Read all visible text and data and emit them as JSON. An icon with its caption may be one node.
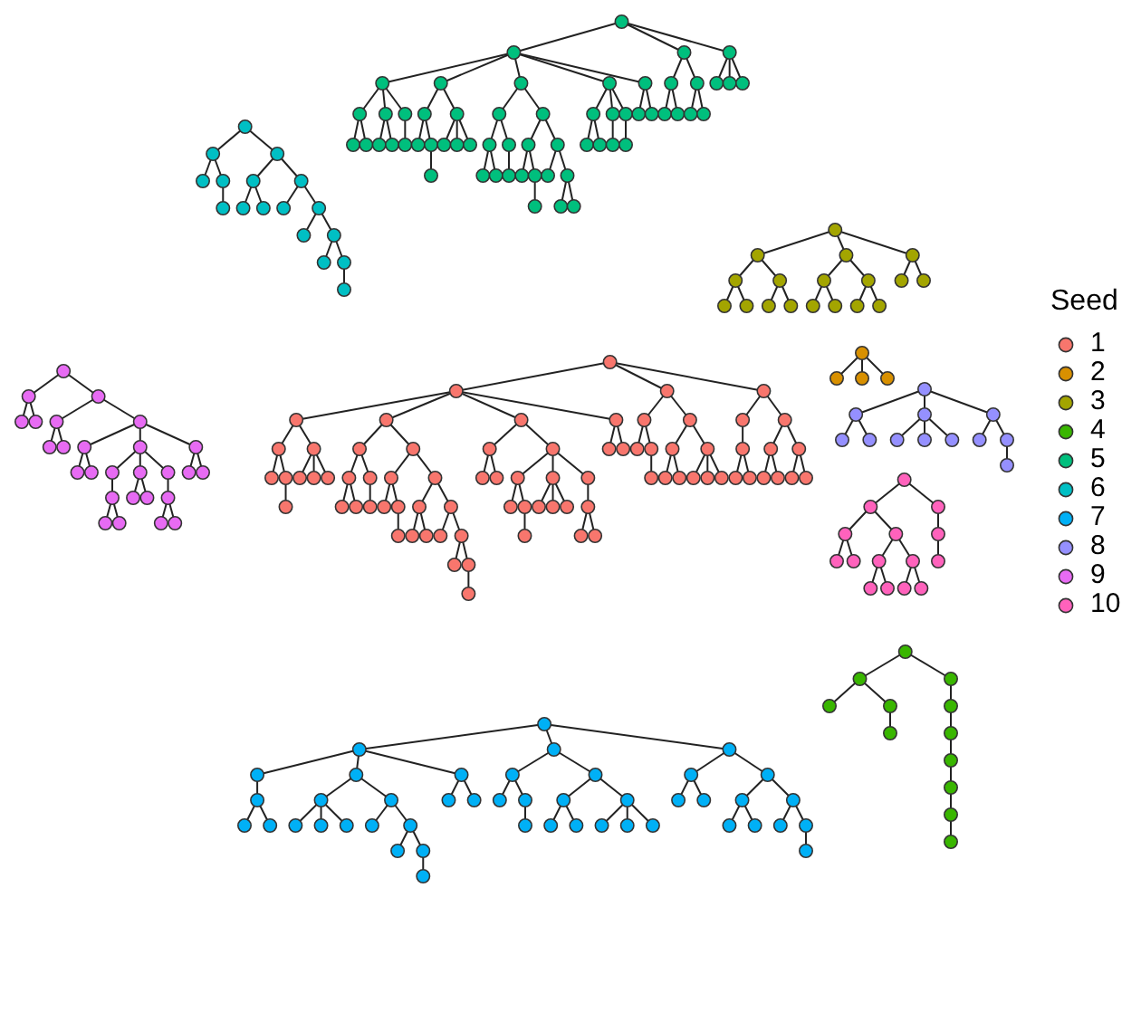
{
  "diagram": {
    "labels": [
      "Seed"
    ],
    "legend": [
      {
        "text": "1",
        "color": "#f8766d"
      },
      {
        "text": "2",
        "color": "#d89000"
      },
      {
        "text": "3",
        "color": "#a3a500"
      },
      {
        "text": "4",
        "color": "#39b600"
      },
      {
        "text": "5",
        "color": "#00bf7d"
      },
      {
        "text": "6",
        "color": "#00bfc4"
      },
      {
        "text": "7",
        "color": "#00b0f6"
      },
      {
        "text": "8",
        "color": "#9590ff"
      },
      {
        "text": "9",
        "color": "#e76bf3"
      },
      {
        "text": "10",
        "color": "#ff62bc"
      }
    ]
  }
}
